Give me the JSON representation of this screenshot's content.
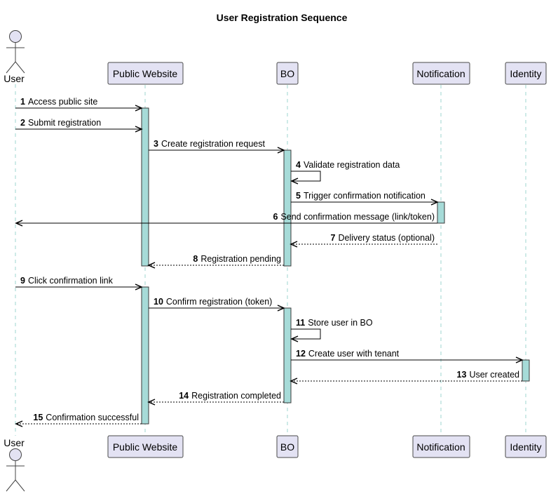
{
  "title": "User Registration Sequence",
  "actor": {
    "label": "User"
  },
  "participants": [
    {
      "id": "website",
      "label": "Public Website"
    },
    {
      "id": "bo",
      "label": "BO"
    },
    {
      "id": "notification",
      "label": "Notification"
    },
    {
      "id": "identity",
      "label": "Identity"
    }
  ],
  "messages": [
    {
      "num": "1",
      "text": "Access public site",
      "from": "user",
      "to": "website",
      "style": "solid"
    },
    {
      "num": "2",
      "text": "Submit registration",
      "from": "user",
      "to": "website",
      "style": "solid"
    },
    {
      "num": "3",
      "text": "Create registration request",
      "from": "website",
      "to": "bo",
      "style": "solid"
    },
    {
      "num": "4",
      "text": "Validate registration data",
      "from": "bo",
      "to": "bo",
      "style": "self"
    },
    {
      "num": "5",
      "text": "Trigger confirmation notification",
      "from": "bo",
      "to": "notification",
      "style": "solid"
    },
    {
      "num": "6",
      "text": "Send confirmation message (link/token)",
      "from": "notification",
      "to": "user",
      "style": "solid"
    },
    {
      "num": "7",
      "text": "Delivery status (optional)",
      "from": "notification",
      "to": "bo",
      "style": "dashed"
    },
    {
      "num": "8",
      "text": "Registration pending",
      "from": "bo",
      "to": "website",
      "style": "dashed"
    },
    {
      "num": "9",
      "text": "Click confirmation link",
      "from": "user",
      "to": "website",
      "style": "solid"
    },
    {
      "num": "10",
      "text": "Confirm registration (token)",
      "from": "website",
      "to": "bo",
      "style": "solid"
    },
    {
      "num": "11",
      "text": "Store user in BO",
      "from": "bo",
      "to": "bo",
      "style": "self"
    },
    {
      "num": "12",
      "text": "Create user with tenant",
      "from": "bo",
      "to": "identity",
      "style": "solid"
    },
    {
      "num": "13",
      "text": "User created",
      "from": "identity",
      "to": "bo",
      "style": "dashed"
    },
    {
      "num": "14",
      "text": "Registration completed",
      "from": "bo",
      "to": "website",
      "style": "dashed"
    },
    {
      "num": "15",
      "text": "Confirmation successful",
      "from": "website",
      "to": "user",
      "style": "dashed"
    }
  ],
  "colors": {
    "participant_fill": "#e3e2f3",
    "activation_fill": "#a6dbd8",
    "lifeline": "#9dd5cf"
  }
}
